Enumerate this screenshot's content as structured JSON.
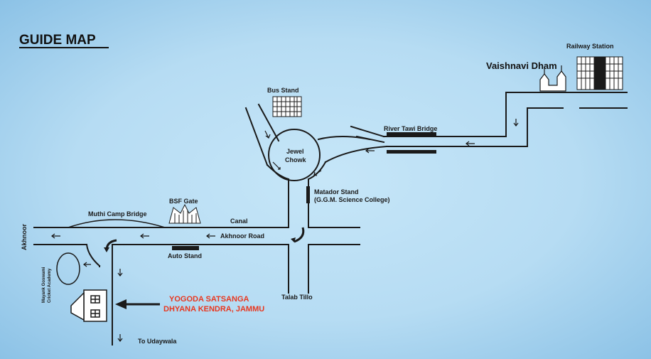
{
  "title": "GUIDE MAP",
  "labels": {
    "railway_station": "Railway Station",
    "vaishnavi_dham": "Vaishnavi Dham",
    "bus_stand": "Bus Stand",
    "river_tawi_bridge": "River Tawi Bridge",
    "jewel_chowk_1": "Jewel",
    "jewel_chowk_2": "Chowk",
    "matador_stand_1": "Matador Stand",
    "matador_stand_2": "(G.G.M. Science College)",
    "bsf_gate": "BSF Gate",
    "muthi_camp_bridge": "Muthi Camp Bridge",
    "canal": "Canal",
    "akhnoor_road": "Akhnoor Road",
    "akhnoor": "Akhnoor",
    "auto_stand": "Auto Stand",
    "talab_tillo": "Talab Tillo",
    "cricket_academy_1": "Mayank Goswami",
    "cricket_academy_2": "Cricket Academy",
    "destination_1": "YOGODA SATSANGA",
    "destination_2": "DHYANA KENDRA, JAMMU",
    "to_udaywala": "To Udaywala"
  },
  "colors": {
    "background": "#b6dcf3",
    "road": "#1a1a1a",
    "destination_text": "#e8371f"
  }
}
